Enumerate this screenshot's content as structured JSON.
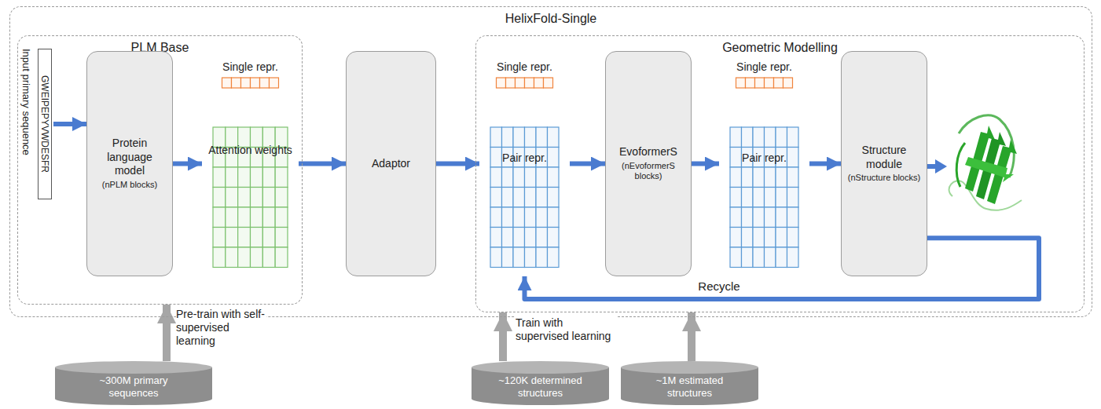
{
  "diagram": {
    "nodes": [
      {
        "text": [
          "HelixFold-Single"
        ]
      },
      {
        "text": [
          "PLM Base"
        ],
        "in": 0
      },
      {
        "text": [
          "Input primary sequence",
          "GWEIPEPYVWDESFR"
        ],
        "in": 1
      },
      {
        "text": [
          "Protein language model",
          "(nPLM blocks)"
        ],
        "in": 1
      },
      {
        "text": [
          "Single repr.",
          "Attention weights"
        ],
        "in": 1
      },
      {
        "text": [
          "Adaptor"
        ],
        "in": 0
      },
      {
        "text": [
          "Geometric Modelling"
        ],
        "in": 0
      },
      {
        "text": [
          "Single repr.",
          "Pair repr."
        ],
        "in": 6
      },
      {
        "text": [
          "EvoformerS",
          "(nEvoformerS blocks)"
        ],
        "in": 6
      },
      {
        "text": [
          "Single repr.",
          "Pair repr."
        ],
        "in": 6
      },
      {
        "text": [
          "Structure module",
          "(nStructure blocks)"
        ],
        "in": 6
      },
      {
        "text": [
          "~300M primary sequences"
        ]
      },
      {
        "text": [
          "~120K determined structures"
        ]
      },
      {
        "text": [
          "~1M estimated structures"
        ]
      }
    ],
    "edges": [
      {
        "from": 2,
        "to": 3,
        "arrow": "to"
      },
      {
        "from": 3,
        "to": 4,
        "arrow": "to"
      },
      {
        "from": 4,
        "to": 5,
        "arrow": "to"
      },
      {
        "from": 5,
        "to": 7,
        "arrow": "to"
      },
      {
        "from": 7,
        "to": 8,
        "arrow": "to"
      },
      {
        "from": 8,
        "to": 9,
        "arrow": "to"
      },
      {
        "from": 9,
        "to": 10,
        "arrow": "to"
      },
      {
        "from": 10,
        "to": 7,
        "label": "Recycle",
        "arrow": "to"
      },
      {
        "from": 11,
        "to": 1,
        "label": "Pre-train with self-supervised learning",
        "arrow": "to"
      },
      {
        "from": 12,
        "to": 6,
        "label": "Train with supervised learning",
        "arrow": "to"
      },
      {
        "from": 13,
        "to": 6,
        "arrow": "to"
      }
    ]
  }
}
